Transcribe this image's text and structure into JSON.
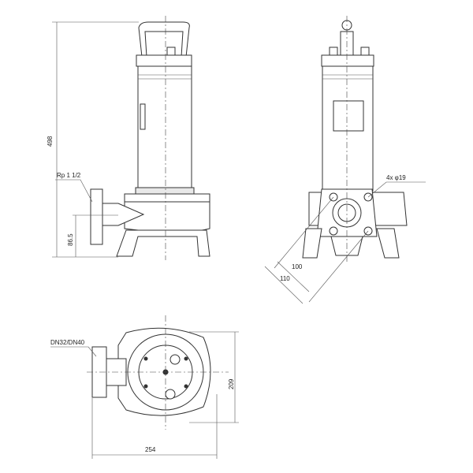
{
  "drawing": {
    "front_view": {
      "height_dim": "498",
      "outlet_thread": "Rp 1 1/2",
      "outlet_height_dim": "86.5"
    },
    "side_view": {
      "bolt_holes": "4x φ19",
      "bolt_spacing_inner": "100",
      "bolt_spacing_outer": "110"
    },
    "top_view": {
      "flange_label": "DN32/DN40",
      "depth_dim": "209",
      "width_dim": "254"
    }
  }
}
